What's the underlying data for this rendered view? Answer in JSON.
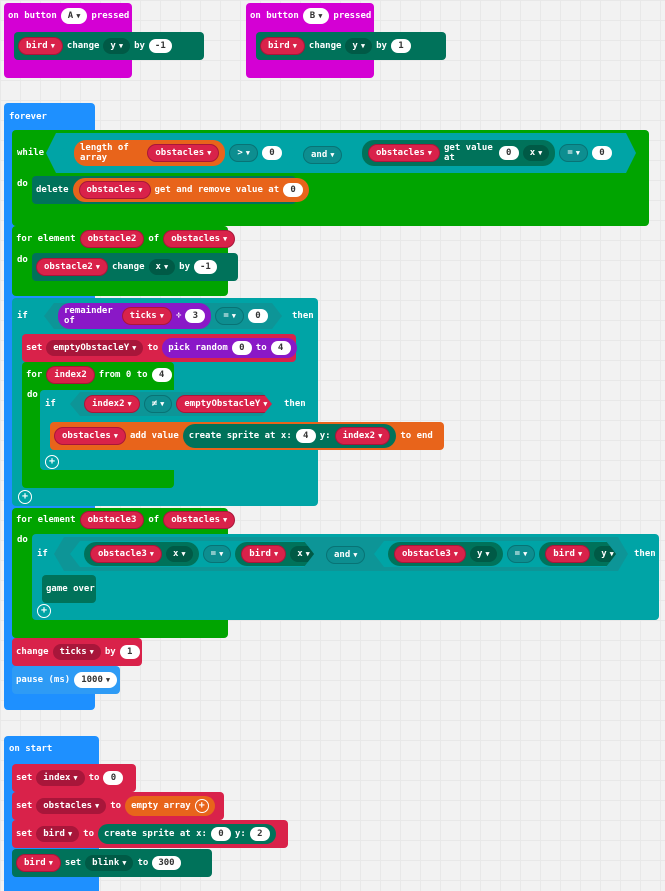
{
  "btnA": {
    "on": "on button",
    "btn": "A",
    "pressed": "pressed",
    "var": "bird",
    "change": "change",
    "prop": "y",
    "by": "by",
    "val": "-1"
  },
  "btnB": {
    "on": "on button",
    "btn": "B",
    "pressed": "pressed",
    "var": "bird",
    "change": "change",
    "prop": "y",
    "by": "by",
    "val": "1"
  },
  "forever": {
    "title": "forever",
    "while_kw": "while",
    "do_kw": "do",
    "length_of_array": "length of array",
    "obstacles": "obstacles",
    "gt": ">",
    "zero": "0",
    "and": "and",
    "get_value_at": "get value at",
    "x": "x",
    "eq": "=",
    "delete": "delete",
    "get_remove": "get and remove value at",
    "for_element": "for element",
    "obstacle2": "obstacle2",
    "of": "of",
    "change": "change",
    "by": "by",
    "minus_one": "-1",
    "if_kw": "if",
    "remainder_of": "remainder of",
    "ticks": "ticks",
    "div": "÷",
    "three": "3",
    "then": "then",
    "set": "set",
    "emptyObstacleY": "emptyObstacleY",
    "to": "to",
    "pick_random": "pick random",
    "four": "4",
    "for_kw": "for",
    "index2": "index2",
    "from_0_to": "from 0 to",
    "neq": "≠",
    "add_value": "add value",
    "create_sprite": "create sprite at x:",
    "y_colon": "y:",
    "to_end": "to end",
    "obstacle3": "obstacle3",
    "bird": "bird",
    "y": "y",
    "game_over": "game over",
    "change_kw": "change",
    "one": "1",
    "pause": "pause (ms)",
    "pause_val": "1000"
  },
  "start": {
    "title": "on start",
    "set": "set",
    "index": "index",
    "to": "to",
    "zero": "0",
    "obstacles": "obstacles",
    "empty_array": "empty array",
    "bird": "bird",
    "create_sprite": "create sprite at x:",
    "y_colon": "y:",
    "two": "2",
    "blink_set": "set",
    "blink": "blink",
    "blink_val": "300"
  }
}
